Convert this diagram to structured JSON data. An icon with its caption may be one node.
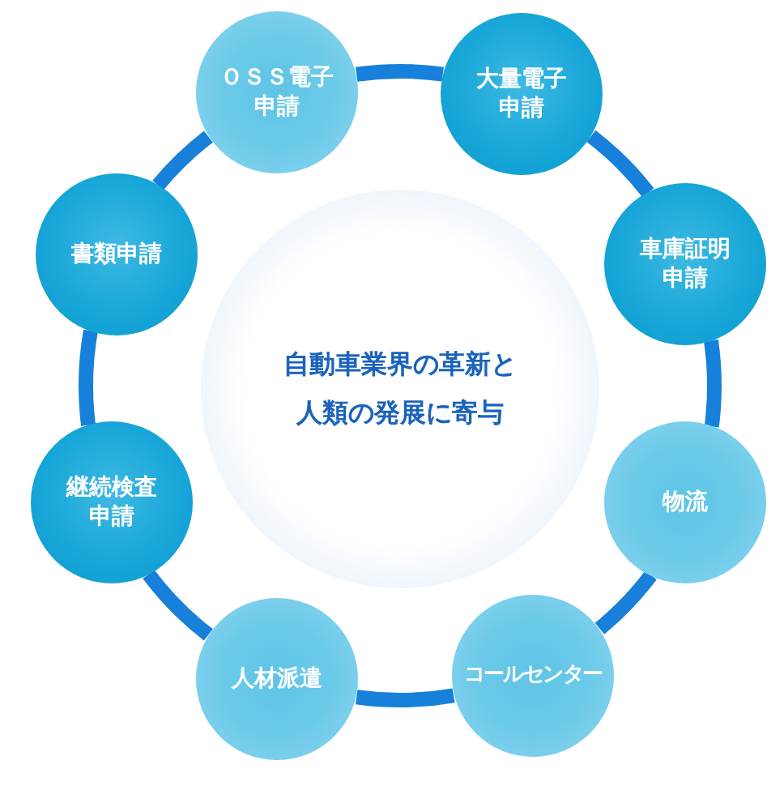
{
  "diagram": {
    "nodes": [
      {
        "text": [
          "ＯＳＳ電子申請"
        ]
      },
      {
        "text": [
          "大量電子申請"
        ]
      },
      {
        "text": [
          "書類申請"
        ]
      },
      {
        "text": [
          "車庫証明申請"
        ]
      },
      {
        "text": [
          "自動車業界の革新と人類の発展に寄与"
        ]
      },
      {
        "text": [
          "継続検査申請"
        ]
      },
      {
        "text": [
          "物流"
        ]
      },
      {
        "text": [
          "人材派遣"
        ]
      },
      {
        "text": [
          "コールセンター"
        ]
      }
    ],
    "edges": [
      {
        "from": 0,
        "to": 1,
        "arrow": "none"
      },
      {
        "from": 1,
        "to": 3,
        "arrow": "none"
      },
      {
        "from": 3,
        "to": 6,
        "arrow": "none"
      },
      {
        "from": 6,
        "to": 8,
        "arrow": "none"
      },
      {
        "from": 8,
        "to": 7,
        "arrow": "none"
      },
      {
        "from": 7,
        "to": 5,
        "arrow": "none"
      },
      {
        "from": 5,
        "to": 2,
        "arrow": "none"
      },
      {
        "from": 2,
        "to": 0,
        "arrow": "none"
      }
    ]
  }
}
